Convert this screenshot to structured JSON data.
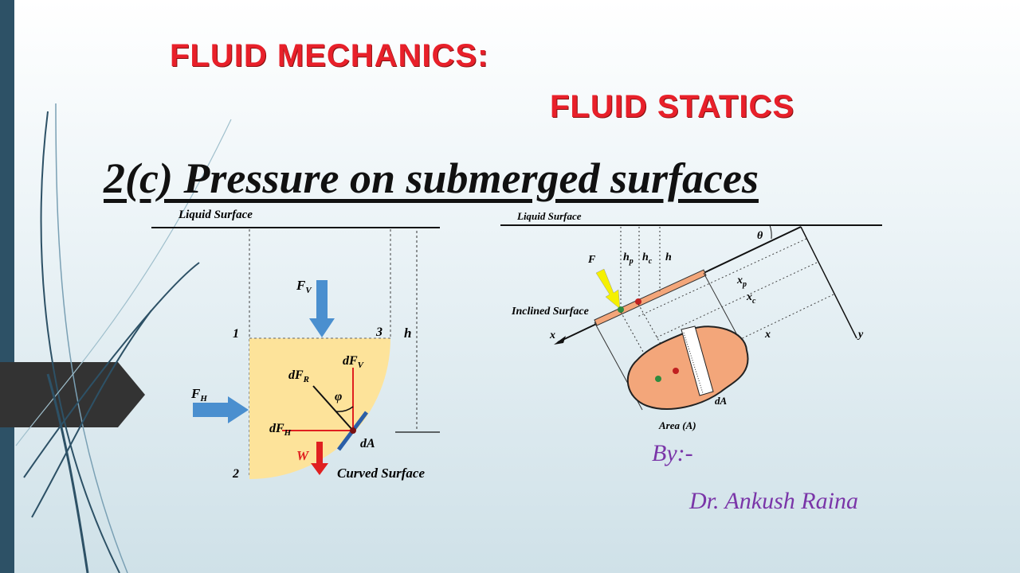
{
  "slide": {
    "title_line1": "FLUID MECHANICS:",
    "title_line2": "FLUID STATICS",
    "subtitle": "2(c) Pressure on submerged surfaces",
    "author_prefix": "By:-",
    "author_name": "Dr. Ankush Raina"
  },
  "left_diagram": {
    "liquid_surface": "Liquid Surface",
    "point1": "1",
    "point2": "2",
    "point3": "3",
    "h": "h",
    "fv": "F",
    "fv_sub": "V",
    "fh": "F",
    "fh_sub": "H",
    "dfr": "dF",
    "dfr_sub": "R",
    "dfv": "dF",
    "dfv_sub": "V",
    "dfh": "dF",
    "dfh_sub": "H",
    "phi": "φ",
    "w": "W",
    "da": "dA",
    "curved_surface": "Curved Surface"
  },
  "right_diagram": {
    "liquid_surface": "Liquid Surface",
    "theta": "θ",
    "f": "F",
    "hp": "h",
    "hp_sub": "p",
    "hc": "h",
    "hc_sub": "c",
    "h": "h",
    "xp": "x",
    "xp_sub": "p",
    "xc": "x",
    "xc_sub": "c",
    "x_right": "x",
    "x_axis": "x",
    "y_axis": "y",
    "inclined_surface": "Inclined Surface",
    "da": "dA",
    "area": "Area (A)"
  },
  "colors": {
    "title_red": "#e8202a",
    "author_purple": "#7a35a8",
    "fluid_fill": "#fde39a",
    "area_fill": "#f3a67a",
    "arrow_blue": "#4a8fcf",
    "arrow_yellow": "#f5f000"
  }
}
